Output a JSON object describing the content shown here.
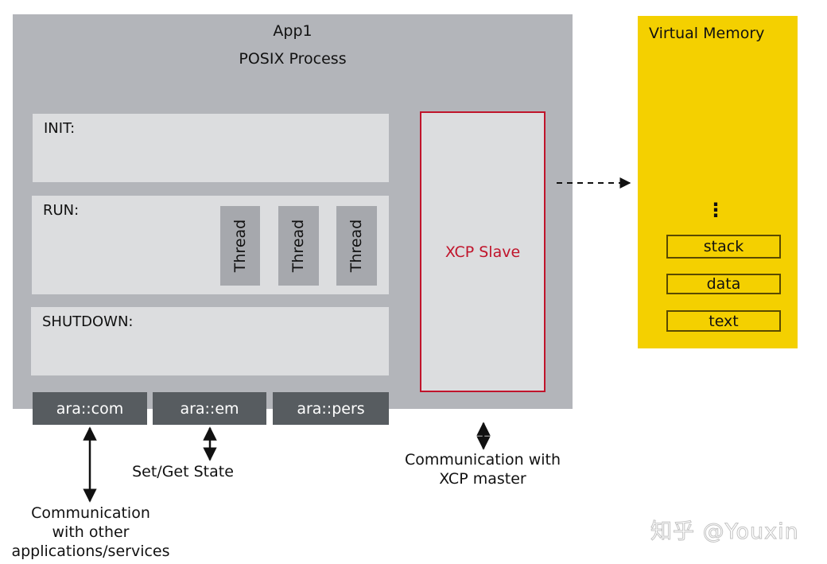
{
  "process": {
    "app_title": "App1",
    "process_title": "POSIX Process",
    "phases": {
      "init": "INIT:",
      "run": "RUN:",
      "shutdown": "SHUTDOWN:"
    },
    "threads": [
      "Thread",
      "Thread",
      "Thread"
    ],
    "apis": [
      "ara::com",
      "ara::em",
      "ara::pers"
    ],
    "xcp_slave": "XCP Slave"
  },
  "virtual_memory": {
    "title": "Virtual Memory",
    "ellipsis": "⋮",
    "segments": [
      "stack",
      "data",
      "text"
    ]
  },
  "captions": {
    "com": [
      "Communication",
      "with other",
      "applications/services"
    ],
    "em": "Set/Get State",
    "xcp": [
      "Communication with",
      "XCP master"
    ]
  },
  "watermark": "知乎 @Youxin",
  "colors": {
    "process_bg": "#b3b5ba",
    "phase_bg": "#dcdddf",
    "thread_bg": "#a6a8ad",
    "api_bg": "#575c60",
    "xcp_border": "#c0142b",
    "vm_bg": "#f4d000"
  }
}
